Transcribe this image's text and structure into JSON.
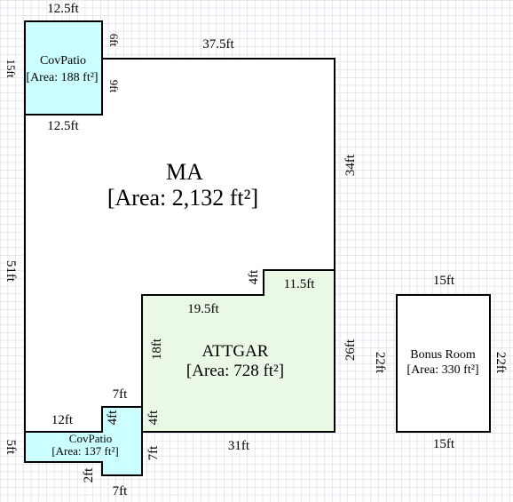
{
  "sketch": {
    "colors": {
      "grid": "#d0d4e6",
      "outline": "#000000",
      "main_fill": "#ffffff",
      "patio_fill": "#ccffff",
      "garage_fill": "#eaf8e6",
      "bonus_fill": "#ffffff"
    },
    "areas": {
      "main": {
        "name": "MA",
        "area": "[Area: 2,132 ft²]"
      },
      "garage": {
        "name": "ATTGAR",
        "area": "[Area: 728 ft²]"
      },
      "patio_top": {
        "name": "CovPatio",
        "area": "[Area: 188 ft²]"
      },
      "patio_bottom": {
        "name": "CovPatio",
        "area": "[Area: 137 ft²]"
      },
      "bonus": {
        "name": "Bonus Room",
        "area": "[Area: 330 ft²]"
      }
    },
    "dims": {
      "patio_top_top": "12.5ft",
      "patio_top_bottom": "12.5ft",
      "patio_top_left": "15ft",
      "patio_top_right_upper": "6ft",
      "patio_top_right_lower": "9ft",
      "main_top": "37.5ft",
      "main_right": "34ft",
      "main_left": "51ft",
      "garage_step": "4ft",
      "garage_top_right": "11.5ft",
      "garage_top_left": "19.5ft",
      "garage_left": "18ft",
      "garage_right": "26ft",
      "garage_bottom": "31ft",
      "garage_notch_side": "4ft",
      "garage_notch_top": "7ft",
      "patio_bottom_top": "12ft",
      "patio_bottom_left": "5ft",
      "patio_bottom_notch": "4ft",
      "patio_bottom_right": "7ft",
      "patio_bottom_small": "2ft",
      "patio_bottom_bottom": "7ft",
      "bonus_top": "15ft",
      "bonus_bottom": "15ft",
      "bonus_left": "22ft",
      "bonus_right": "22ft"
    }
  }
}
